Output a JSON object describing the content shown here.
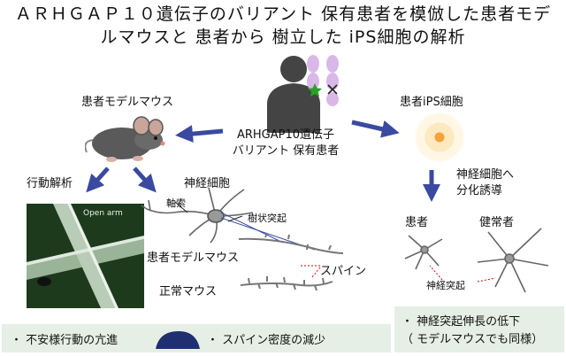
{
  "title": {
    "line1": "ＡＲＨＧＡＰ１０遺伝子のバリアント 保有患者を模倣した患者モデ",
    "line2": "ルマウスと 患者から 樹立した iPS細胞の解析"
  },
  "patient": {
    "line1": "ARHGAP10遺伝子",
    "line2": "バリアント 保有患者"
  },
  "left": {
    "model_mouse_label": "患者モデルマウス",
    "behavior_label": "行動解析",
    "neuron_label": "神経細胞",
    "axon_label": "軸索",
    "dendrite_label": "樹状突起",
    "model_mouse_neuron_label": "患者モデルマウス",
    "spine_label": "スパイン",
    "normal_mouse_label": "正常マウス",
    "maze_label": "Open arm"
  },
  "right": {
    "ips_label": "患者iPS細胞",
    "diff_line1": "神経細胞へ",
    "diff_line2": "分化誘導",
    "patient_label": "患者",
    "healthy_label": "健常者",
    "neurite_label": "神経突起"
  },
  "findings": {
    "left_1": "・ 不安様行動の亢進",
    "left_2": "・ スパイン密度の減少",
    "right_1": "・ 神経突起伸長の低下",
    "right_2": "（ モデルマウスでも同様）"
  },
  "colors": {
    "arrow": "#3a4aa0",
    "box": "#e6efe6",
    "chrom": "#d9b8e8",
    "mutation_star": "#2aa02a",
    "maze_bg": "#1d3a1d"
  }
}
